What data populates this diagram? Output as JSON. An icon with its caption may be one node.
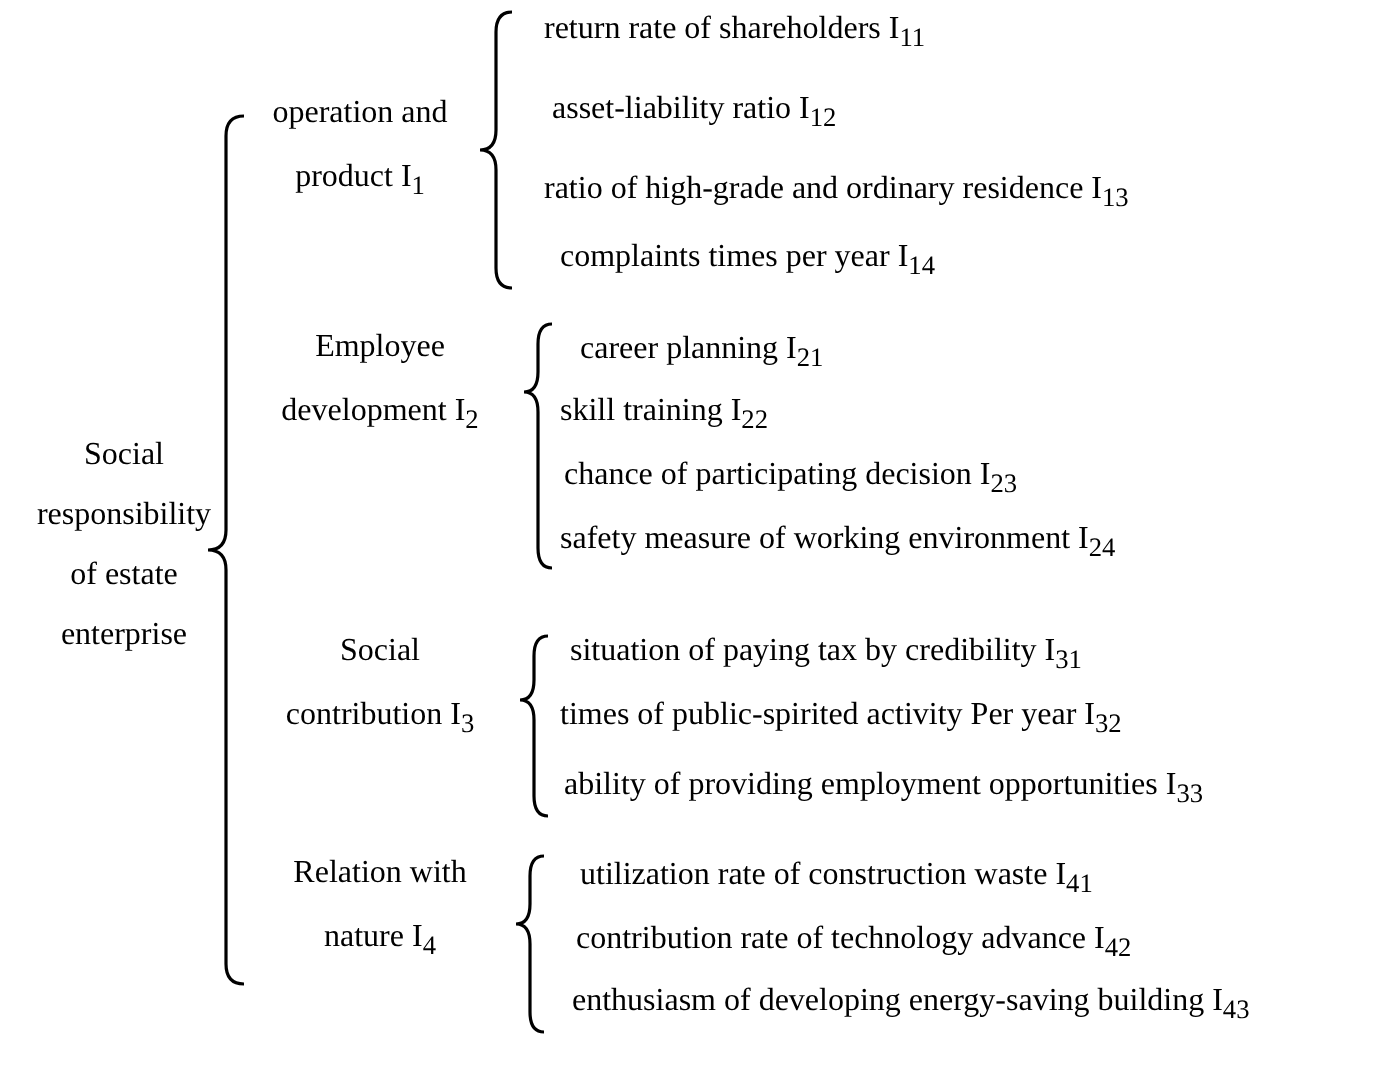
{
  "diagram": {
    "labels": [
      "Social responsibility of estate enterprise",
      "operation and product I$_{1}$",
      "return rate of shareholders I$_{11}$",
      "asset-liability ratio I$_{12}$",
      "ratio of high-grade and ordinary residence I$_{13}$",
      "complaints times per year I$_{14}$",
      "Employee development I$_{2}$",
      "career planning I$_{21}$",
      "skill training I$_{22}$",
      "chance of participating decision I$_{23}$",
      "safety measure of working environment I$_{24}$",
      "Social contribution I$_{3}$",
      "situation of paying tax by credibility I$_{31}$",
      "times of public-spirited activity Per year I$_{32}$",
      "ability of providing employment opportunities I$_{33}$",
      "Relation with nature I$_{4}$",
      "utilization rate of construction waste  I$_{41}$",
      "contribution rate of technology advance I$_{42}$",
      "enthusiasm of developing energy-saving building I$_{43}$"
    ]
  }
}
